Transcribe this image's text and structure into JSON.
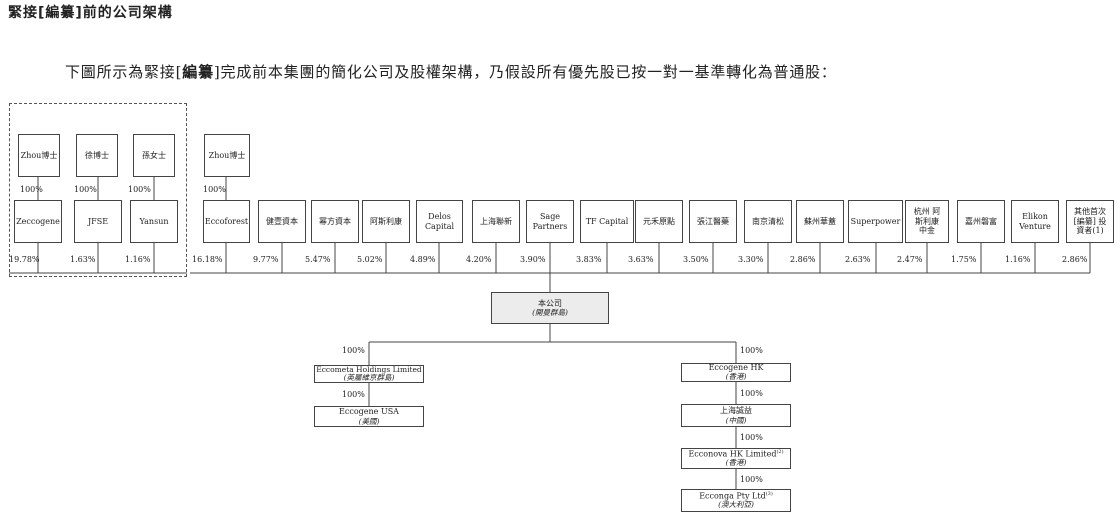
{
  "header": {
    "title": "緊接[編纂]前的公司架構",
    "intro_before": "下圖所示為緊接[",
    "intro_bold": "編纂",
    "intro_after": "]完成前本集團的簡化公司及股權架構，乃假設所有優先股已按一對一基準轉化為普通股："
  },
  "top_owners": [
    {
      "name": "Zhou博士",
      "pct": "100%"
    },
    {
      "name": "徐博士",
      "pct": "100%"
    },
    {
      "name": "孫女士",
      "pct": "100%"
    },
    {
      "name": "Zhou博士",
      "pct": "100%"
    }
  ],
  "shareholders": [
    {
      "name": "Zeccogene",
      "pct": "19.78%"
    },
    {
      "name": "JFSE",
      "pct": "1.63%"
    },
    {
      "name": "Yansun",
      "pct": "1.16%"
    },
    {
      "name": "Eccoforest",
      "pct": "16.18%"
    },
    {
      "name": "健壹資本",
      "pct": "9.77%"
    },
    {
      "name": "幂方資本",
      "pct": "5.47%"
    },
    {
      "name": "阿斯利康",
      "pct": "5.02%"
    },
    {
      "name": "Delos Capital",
      "pct": "4.89%"
    },
    {
      "name": "上海聯新",
      "pct": "4.20%"
    },
    {
      "name": "Sage Partners",
      "pct": "3.90%"
    },
    {
      "name": "TF Capital",
      "pct": "3.83%"
    },
    {
      "name": "元禾原點",
      "pct": "3.63%"
    },
    {
      "name": "張江醫藥",
      "pct": "3.50%"
    },
    {
      "name": "南京清松",
      "pct": "3.30%"
    },
    {
      "name": "蘇州華蓋",
      "pct": "2.86%"
    },
    {
      "name": "Superpower",
      "pct": "2.63%"
    },
    {
      "name": "杭州 阿斯利康 中金",
      "pct": "2.47%"
    },
    {
      "name": "嘉州磐富",
      "pct": "1.75%"
    },
    {
      "name": "Elikon Venture",
      "pct": "1.16%"
    },
    {
      "name": "其他首次 [編纂] 投資者(1)",
      "pct": "2.86%"
    }
  ],
  "company": {
    "name": "本公司",
    "jurisdiction": "(開曼群島)"
  },
  "left_branch": [
    {
      "name": "Eccometa Holdings Limited",
      "jurisdiction": "(英屬維京群島)",
      "pct": "100%"
    },
    {
      "name": "Eccogene USA",
      "jurisdiction": "(美國)",
      "pct": "100%"
    }
  ],
  "right_branch": [
    {
      "name": "Eccogene HK",
      "jurisdiction": "(香港)",
      "pct": "100%"
    },
    {
      "name": "上海誠益",
      "jurisdiction": "(中國)",
      "pct": "100%"
    },
    {
      "name": "Ecconova HK Limited",
      "note": "(2)",
      "jurisdiction": "(香港)",
      "pct": "100%"
    },
    {
      "name": "Ecconga Pty Ltd",
      "note": "(3)",
      "jurisdiction": "(澳大利亞)",
      "pct": "100%"
    }
  ]
}
